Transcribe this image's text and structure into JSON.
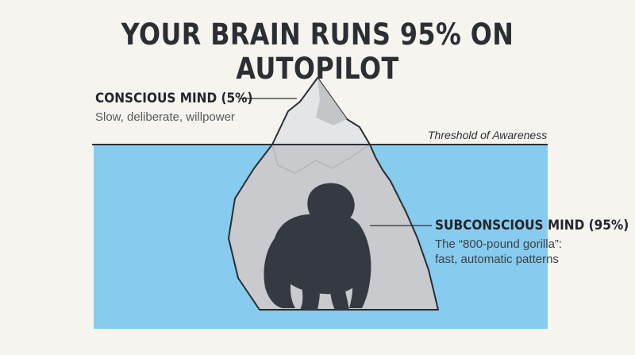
{
  "title": "YOUR BRAIN RUNS 95% ON AUTOPILOT",
  "conscious": {
    "heading": "CONSCIOUS MIND (5%)",
    "description": "Slow, deliberate, willpower"
  },
  "threshold_label": "Threshold of Awareness",
  "subconscious": {
    "heading": "SUBCONSCIOUS MIND (95%)",
    "description_line1": "The “800-pound gorilla”:",
    "description_line2": "fast, automatic patterns"
  },
  "colors": {
    "background": "#f6f4ef",
    "water": "#87cbee",
    "ice_light": "#e3e4e6",
    "ice_shadow": "#c9cbce",
    "ice_outline": "#2a2d31",
    "gorilla": "#353a42"
  },
  "icons": [
    "iceberg-icon",
    "gorilla-icon"
  ]
}
